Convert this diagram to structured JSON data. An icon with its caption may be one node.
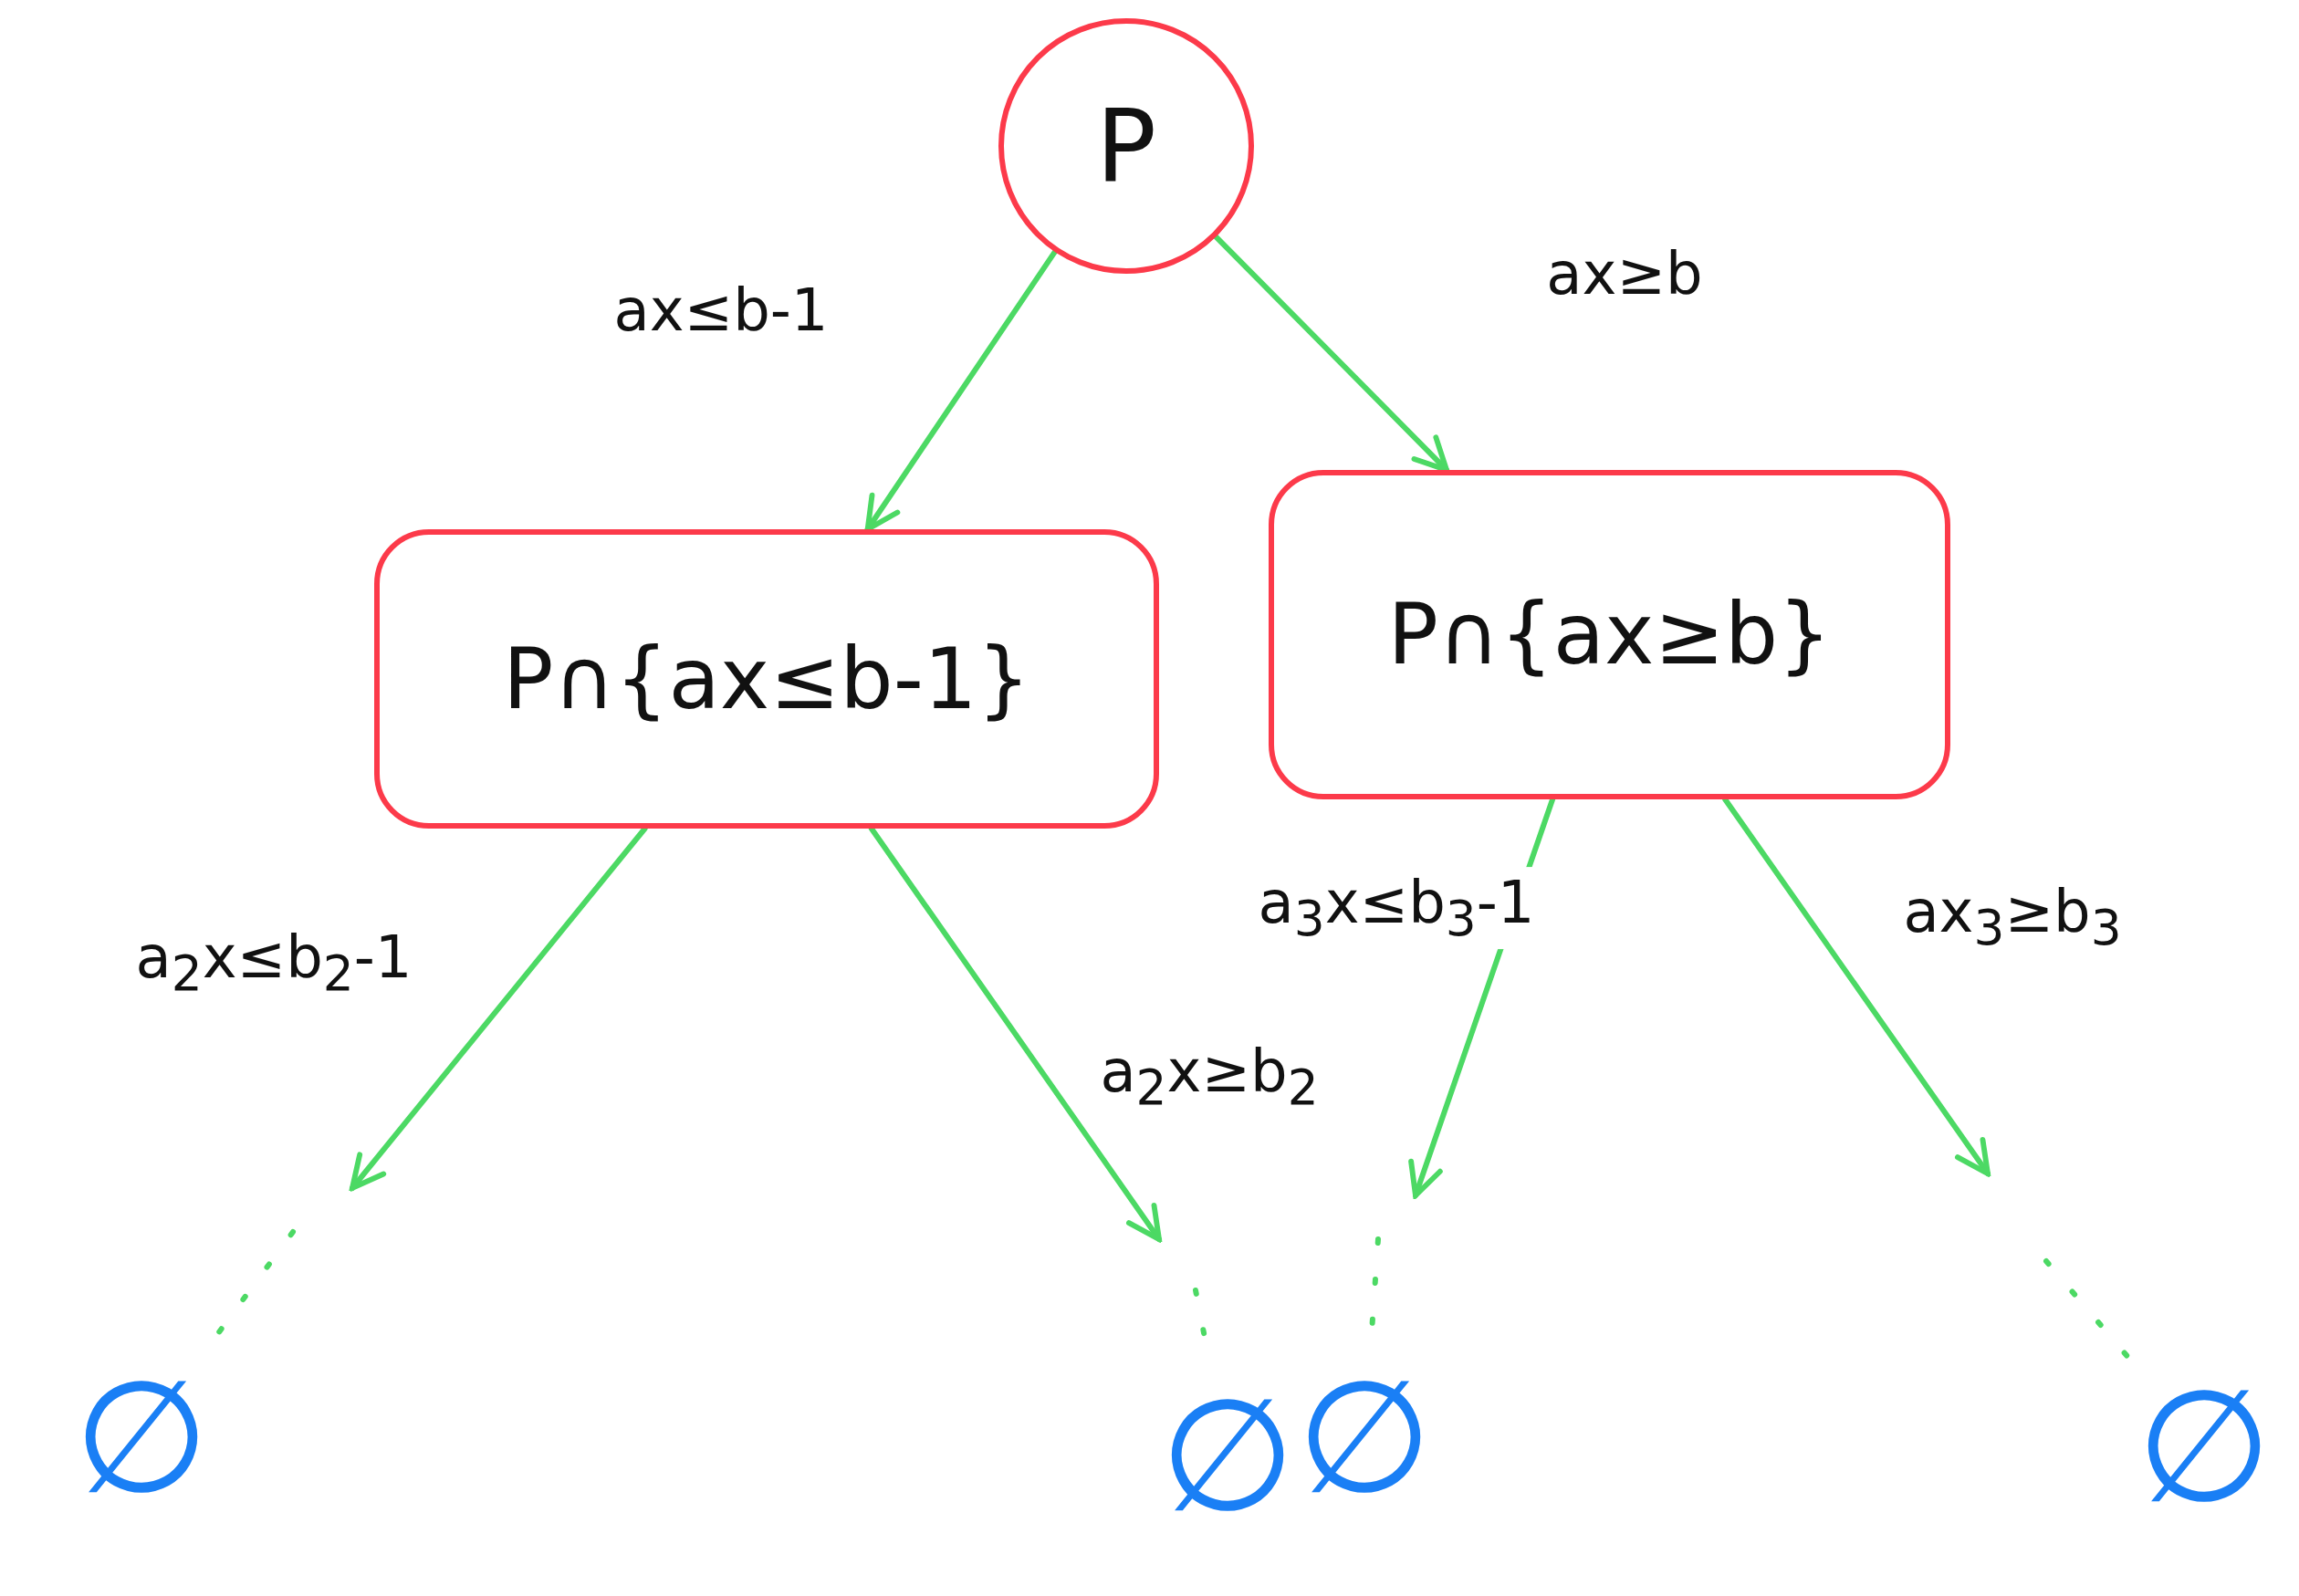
{
  "diagram": {
    "nodes": [
      {
        "text": [
          "P"
        ]
      },
      {
        "text": [
          "P∩{ax≤b-1}"
        ]
      },
      {
        "text": [
          "P∩{ax≥b}"
        ]
      },
      {
        "text": [
          "∅"
        ]
      },
      {
        "text": [
          "∅"
        ]
      },
      {
        "text": [
          "∅"
        ]
      },
      {
        "text": [
          "∅"
        ]
      }
    ],
    "edges": [
      {
        "from": 0,
        "to": 1,
        "arrow": "to",
        "label": "ax≤b-1"
      },
      {
        "from": 0,
        "to": 2,
        "arrow": "to",
        "label": "ax≥b"
      },
      {
        "from": 1,
        "to": null,
        "arrow": "to",
        "label": "a$_{2}$x≤b$_{2}$-1"
      },
      {
        "from": 1,
        "to": null,
        "arrow": "to",
        "label": "a$_{2}$x≥b$_{2}$"
      },
      {
        "from": 2,
        "to": null,
        "arrow": "to",
        "label": "a$_{3}$x≤b$_{3}$-1"
      },
      {
        "from": 2,
        "to": null,
        "arrow": "to",
        "label": "ax$_{3}$≥b$_{3}$"
      },
      {
        "from": null,
        "to": 3,
        "arrow": "none",
        "style": "dashed"
      },
      {
        "from": null,
        "to": 4,
        "arrow": "none",
        "style": "dashed"
      },
      {
        "from": null,
        "to": 5,
        "arrow": "none",
        "style": "dashed"
      },
      {
        "from": null,
        "to": 6,
        "arrow": "none",
        "style": "dashed"
      }
    ]
  }
}
